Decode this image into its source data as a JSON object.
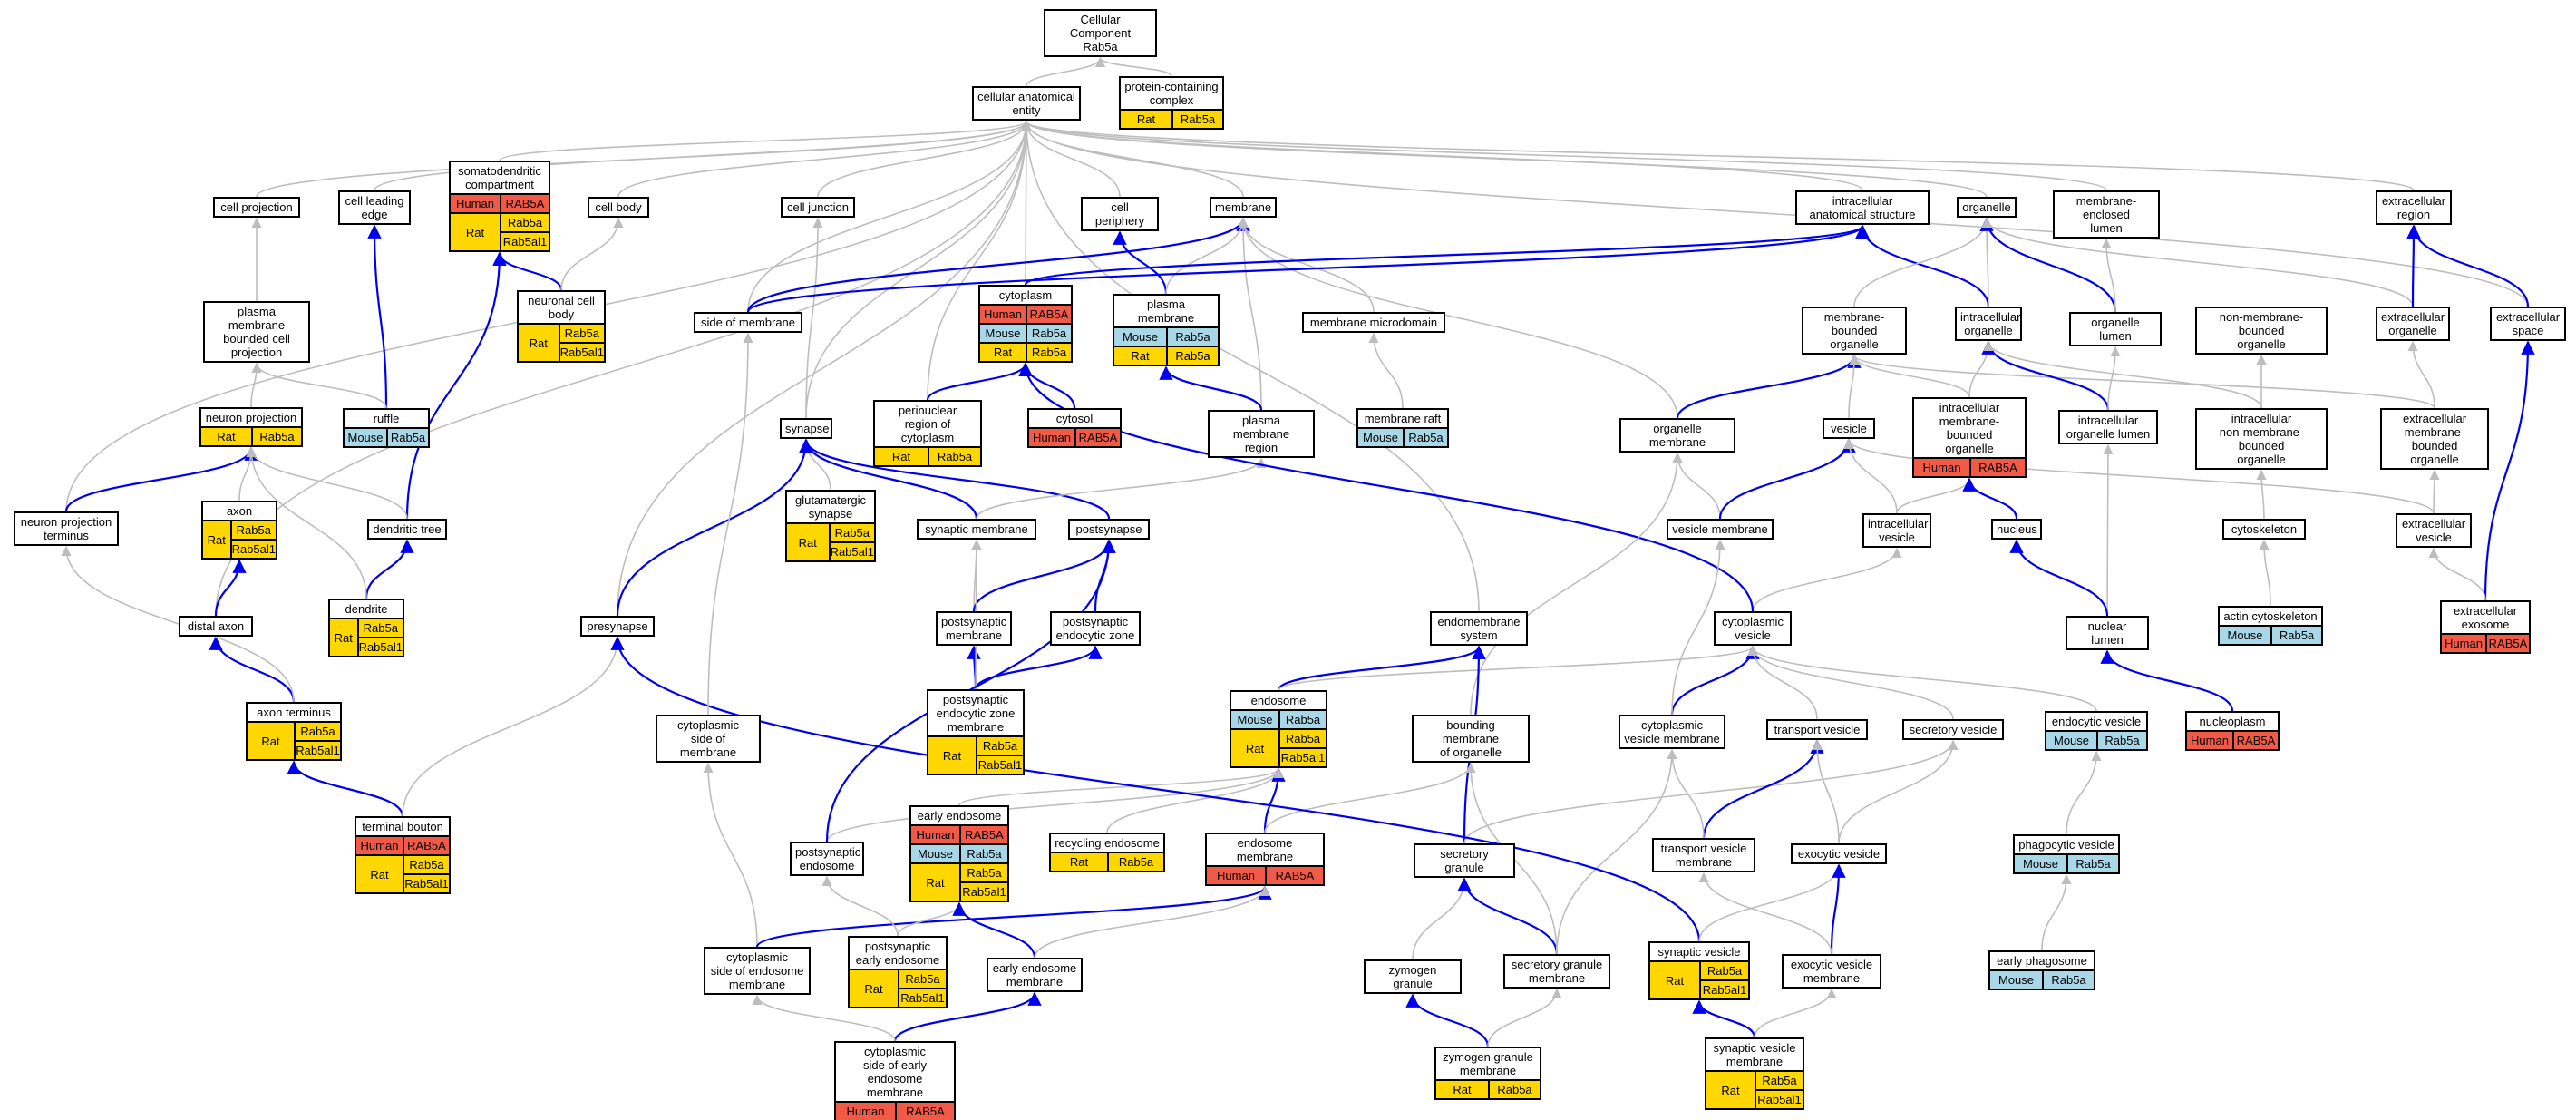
{
  "colors": {
    "Human": "#f05a46",
    "Mouse": "#a8d8e8",
    "Rat": "#ffd700",
    "gray": "#bdbdbd",
    "blue": "#0000ee"
  },
  "nodes": {
    "cc": {
      "label": "Cellular Component\nRab5a"
    },
    "cae": {
      "label": "cellular anatomical\nentity"
    },
    "pcc": {
      "label": "protein-containing\ncomplex",
      "anno": [
        {
          "sp": "Rat",
          "genes": [
            "Rab5a"
          ]
        }
      ]
    },
    "cproj": {
      "label": "cell projection"
    },
    "cle": {
      "label": "cell leading\nedge"
    },
    "sdc": {
      "label": "somatodendritic\ncompartment",
      "anno": [
        {
          "sp": "Human",
          "genes": [
            "RAB5A"
          ]
        },
        {
          "sp": "Rat",
          "genes": [
            "Rab5a",
            "Rab5al1"
          ]
        }
      ]
    },
    "cbody": {
      "label": "cell body"
    },
    "cjunc": {
      "label": "cell junction"
    },
    "cper": {
      "label": "cell periphery"
    },
    "memb": {
      "label": "membrane"
    },
    "ias": {
      "label": "intracellular\nanatomical structure"
    },
    "organelle": {
      "label": "organelle"
    },
    "mel": {
      "label": "membrane-enclosed\nlumen"
    },
    "exreg": {
      "label": "extracellular\nregion"
    },
    "pmbcp": {
      "label": "plasma membrane\nbounded cell\nprojection"
    },
    "ncb": {
      "label": "neuronal cell\nbody",
      "anno": [
        {
          "sp": "Rat",
          "genes": [
            "Rab5a",
            "Rab5al1"
          ]
        }
      ]
    },
    "som": {
      "label": "side of membrane"
    },
    "cyto": {
      "label": "cytoplasm",
      "anno": [
        {
          "sp": "Human",
          "genes": [
            "RAB5A"
          ]
        },
        {
          "sp": "Mouse",
          "genes": [
            "Rab5a"
          ]
        },
        {
          "sp": "Rat",
          "genes": [
            "Rab5a"
          ]
        }
      ]
    },
    "pm": {
      "label": "plasma membrane",
      "anno": [
        {
          "sp": "Mouse",
          "genes": [
            "Rab5a"
          ]
        },
        {
          "sp": "Rat",
          "genes": [
            "Rab5a"
          ]
        }
      ]
    },
    "mmd": {
      "label": "membrane microdomain"
    },
    "mbo": {
      "label": "membrane-bounded\norganelle"
    },
    "io": {
      "label": "intracellular\norganelle"
    },
    "olumen": {
      "label": "organelle lumen"
    },
    "nmbo": {
      "label": "non-membrane-bounded\norganelle"
    },
    "exorg": {
      "label": "extracellular\norganelle"
    },
    "exsp": {
      "label": "extracellular\nspace"
    },
    "nproj": {
      "label": "neuron projection",
      "anno": [
        {
          "sp": "Rat",
          "genes": [
            "Rab5a"
          ]
        }
      ]
    },
    "ruffle": {
      "label": "ruffle",
      "anno": [
        {
          "sp": "Mouse",
          "genes": [
            "Rab5a"
          ]
        }
      ]
    },
    "synapse": {
      "label": "synapse"
    },
    "prc": {
      "label": "perinuclear\nregion of cytoplasm",
      "anno": [
        {
          "sp": "Rat",
          "genes": [
            "Rab5a"
          ]
        }
      ]
    },
    "cytosol": {
      "label": "cytosol",
      "anno": [
        {
          "sp": "Human",
          "genes": [
            "RAB5A"
          ]
        }
      ]
    },
    "pmr": {
      "label": "plasma membrane\nregion"
    },
    "mraft": {
      "label": "membrane raft",
      "anno": [
        {
          "sp": "Mouse",
          "genes": [
            "Rab5a"
          ]
        }
      ]
    },
    "omemb": {
      "label": "organelle membrane"
    },
    "vesicle": {
      "label": "vesicle"
    },
    "imbo": {
      "label": "intracellular\nmembrane-bounded\norganelle",
      "anno": [
        {
          "sp": "Human",
          "genes": [
            "RAB5A"
          ]
        }
      ]
    },
    "iol": {
      "label": "intracellular\norganelle lumen"
    },
    "inmbo": {
      "label": "intracellular\nnon-membrane-bounded\norganelle"
    },
    "exmbo": {
      "label": "extracellular\nmembrane-bounded\norganelle"
    },
    "npt": {
      "label": "neuron projection\nterminus"
    },
    "axon": {
      "label": "axon",
      "anno": [
        {
          "sp": "Rat",
          "genes": [
            "Rab5a",
            "Rab5al1"
          ]
        }
      ]
    },
    "dtree": {
      "label": "dendritic tree"
    },
    "gsyn": {
      "label": "glutamatergic\nsynapse",
      "anno": [
        {
          "sp": "Rat",
          "genes": [
            "Rab5a",
            "Rab5al1"
          ]
        }
      ]
    },
    "synm": {
      "label": "synaptic membrane"
    },
    "postsyn": {
      "label": "postsynapse"
    },
    "vm": {
      "label": "vesicle membrane"
    },
    "iv": {
      "label": "intracellular\nvesicle"
    },
    "nucleus": {
      "label": "nucleus"
    },
    "cytosk": {
      "label": "cytoskeleton"
    },
    "exves": {
      "label": "extracellular\nvesicle"
    },
    "dendrite": {
      "label": "dendrite",
      "anno": [
        {
          "sp": "Rat",
          "genes": [
            "Rab5a",
            "Rab5al1"
          ]
        }
      ]
    },
    "daxon": {
      "label": "distal axon"
    },
    "presyn": {
      "label": "presynapse"
    },
    "psm": {
      "label": "postsynaptic\nmembrane"
    },
    "pez": {
      "label": "postsynaptic\nendocytic zone"
    },
    "ems": {
      "label": "endomembrane\nsystem"
    },
    "cves": {
      "label": "cytoplasmic\nvesicle"
    },
    "nlumen": {
      "label": "nuclear lumen"
    },
    "actin": {
      "label": "actin cytoskeleton",
      "anno": [
        {
          "sp": "Mouse",
          "genes": [
            "Rab5a"
          ]
        }
      ]
    },
    "exo": {
      "label": "extracellular\nexosome",
      "anno": [
        {
          "sp": "Human",
          "genes": [
            "RAB5A"
          ]
        }
      ]
    },
    "aterm": {
      "label": "axon terminus",
      "anno": [
        {
          "sp": "Rat",
          "genes": [
            "Rab5a",
            "Rab5al1"
          ]
        }
      ]
    },
    "csom": {
      "label": "cytoplasmic\nside of membrane"
    },
    "pezm": {
      "label": "postsynaptic\nendocytic zone\nmembrane",
      "anno": [
        {
          "sp": "Rat",
          "genes": [
            "Rab5a",
            "Rab5al1"
          ]
        }
      ]
    },
    "endo": {
      "label": "endosome",
      "anno": [
        {
          "sp": "Mouse",
          "genes": [
            "Rab5a"
          ]
        },
        {
          "sp": "Rat",
          "genes": [
            "Rab5a",
            "Rab5al1"
          ]
        }
      ]
    },
    "bmo": {
      "label": "bounding membrane\nof organelle"
    },
    "cvm": {
      "label": "cytoplasmic\nvesicle membrane"
    },
    "tv": {
      "label": "transport vesicle"
    },
    "sv": {
      "label": "secretory vesicle"
    },
    "endv": {
      "label": "endocytic vesicle",
      "anno": [
        {
          "sp": "Mouse",
          "genes": [
            "Rab5a"
          ]
        }
      ]
    },
    "nucpl": {
      "label": "nucleoplasm",
      "anno": [
        {
          "sp": "Human",
          "genes": [
            "RAB5A"
          ]
        }
      ]
    },
    "tbouton": {
      "label": "terminal bouton",
      "anno": [
        {
          "sp": "Human",
          "genes": [
            "RAB5A"
          ]
        },
        {
          "sp": "Rat",
          "genes": [
            "Rab5a",
            "Rab5al1"
          ]
        }
      ]
    },
    "ee": {
      "label": "early endosome",
      "anno": [
        {
          "sp": "Human",
          "genes": [
            "RAB5A"
          ]
        },
        {
          "sp": "Mouse",
          "genes": [
            "Rab5a"
          ]
        },
        {
          "sp": "Rat",
          "genes": [
            "Rab5a",
            "Rab5al1"
          ]
        }
      ]
    },
    "re": {
      "label": "recycling endosome",
      "anno": [
        {
          "sp": "Rat",
          "genes": [
            "Rab5a"
          ]
        }
      ]
    },
    "em": {
      "label": "endosome membrane",
      "anno": [
        {
          "sp": "Human",
          "genes": [
            "RAB5A"
          ]
        }
      ]
    },
    "psendo": {
      "label": "postsynaptic\nendosome"
    },
    "sg": {
      "label": "secretory granule"
    },
    "tvm": {
      "label": "transport vesicle\nmembrane"
    },
    "exocv": {
      "label": "exocytic vesicle"
    },
    "phv": {
      "label": "phagocytic vesicle",
      "anno": [
        {
          "sp": "Mouse",
          "genes": [
            "Rab5a"
          ]
        }
      ]
    },
    "csem": {
      "label": "cytoplasmic\nside of endosome\nmembrane"
    },
    "psee": {
      "label": "postsynaptic\nearly endosome",
      "anno": [
        {
          "sp": "Rat",
          "genes": [
            "Rab5a",
            "Rab5al1"
          ]
        }
      ]
    },
    "eem": {
      "label": "early endosome\nmembrane"
    },
    "zg": {
      "label": "zymogen granule"
    },
    "sgm": {
      "label": "secretory granule\nmembrane"
    },
    "synv": {
      "label": "synaptic vesicle",
      "anno": [
        {
          "sp": "Rat",
          "genes": [
            "Rab5a",
            "Rab5al1"
          ]
        }
      ]
    },
    "exvm": {
      "label": "exocytic vesicle\nmembrane"
    },
    "ephag": {
      "label": "early phagosome",
      "anno": [
        {
          "sp": "Mouse",
          "genes": [
            "Rab5a"
          ]
        }
      ]
    },
    "cseem": {
      "label": "cytoplasmic\nside of early\nendosome membrane",
      "anno": [
        {
          "sp": "Human",
          "genes": [
            "RAB5A"
          ]
        }
      ]
    },
    "zgm": {
      "label": "zymogen granule\nmembrane",
      "anno": [
        {
          "sp": "Rat",
          "genes": [
            "Rab5a"
          ]
        }
      ]
    },
    "svm": {
      "label": "synaptic vesicle\nmembrane",
      "anno": [
        {
          "sp": "Rat",
          "genes": [
            "Rab5a",
            "Rab5al1"
          ]
        }
      ]
    }
  },
  "edges": [
    [
      "cae",
      "cc",
      "gray"
    ],
    [
      "pcc",
      "cc",
      "gray"
    ],
    [
      "cproj",
      "cae",
      "gray"
    ],
    [
      "cle",
      "cae",
      "gray"
    ],
    [
      "sdc",
      "cae",
      "gray"
    ],
    [
      "cbody",
      "cae",
      "gray"
    ],
    [
      "cjunc",
      "cae",
      "gray"
    ],
    [
      "cper",
      "cae",
      "gray"
    ],
    [
      "memb",
      "cae",
      "gray"
    ],
    [
      "ias",
      "cae",
      "gray"
    ],
    [
      "organelle",
      "cae",
      "gray"
    ],
    [
      "mel",
      "cae",
      "gray"
    ],
    [
      "exreg",
      "cae",
      "gray"
    ],
    [
      "exsp",
      "cae",
      "gray"
    ],
    [
      "npt",
      "cae",
      "gray"
    ],
    [
      "daxon",
      "cae",
      "gray"
    ],
    [
      "cyto",
      "cae",
      "gray"
    ],
    [
      "synapse",
      "cae",
      "gray"
    ],
    [
      "prc",
      "cae",
      "gray"
    ],
    [
      "som",
      "cae",
      "gray"
    ],
    [
      "presyn",
      "cae",
      "gray"
    ],
    [
      "ems",
      "cae",
      "gray"
    ],
    [
      "pmbcp",
      "cproj",
      "gray"
    ],
    [
      "ruffle",
      "cle",
      "blue"
    ],
    [
      "ncb",
      "sdc",
      "blue"
    ],
    [
      "dtree",
      "sdc",
      "blue"
    ],
    [
      "ncb",
      "cbody",
      "gray"
    ],
    [
      "synapse",
      "cjunc",
      "gray"
    ],
    [
      "pm",
      "cper",
      "blue"
    ],
    [
      "som",
      "memb",
      "blue"
    ],
    [
      "pm",
      "memb",
      "gray"
    ],
    [
      "mmd",
      "memb",
      "gray"
    ],
    [
      "pmr",
      "memb",
      "gray"
    ],
    [
      "omemb",
      "memb",
      "gray"
    ],
    [
      "som",
      "ias",
      "blue"
    ],
    [
      "cyto",
      "ias",
      "blue"
    ],
    [
      "io",
      "ias",
      "blue"
    ],
    [
      "mbo",
      "organelle",
      "gray"
    ],
    [
      "io",
      "organelle",
      "gray"
    ],
    [
      "olumen",
      "organelle",
      "blue"
    ],
    [
      "exorg",
      "organelle",
      "gray"
    ],
    [
      "olumen",
      "mel",
      "gray"
    ],
    [
      "exorg",
      "exreg",
      "blue"
    ],
    [
      "exsp",
      "exreg",
      "blue"
    ],
    [
      "nproj",
      "pmbcp",
      "gray"
    ],
    [
      "ruffle",
      "pmbcp",
      "gray"
    ],
    [
      "prc",
      "cyto",
      "blue"
    ],
    [
      "cytosol",
      "cyto",
      "blue"
    ],
    [
      "pmr",
      "pm",
      "blue"
    ],
    [
      "mraft",
      "mmd",
      "gray"
    ],
    [
      "omemb",
      "mbo",
      "blue"
    ],
    [
      "vesicle",
      "mbo",
      "gray"
    ],
    [
      "imbo",
      "mbo",
      "gray"
    ],
    [
      "exmbo",
      "mbo",
      "gray"
    ],
    [
      "imbo",
      "io",
      "gray"
    ],
    [
      "iol",
      "io",
      "blue"
    ],
    [
      "inmbo",
      "io",
      "gray"
    ],
    [
      "iol",
      "olumen",
      "gray"
    ],
    [
      "inmbo",
      "nmbo",
      "gray"
    ],
    [
      "exmbo",
      "exorg",
      "gray"
    ],
    [
      "exo",
      "exsp",
      "blue"
    ],
    [
      "npt",
      "nproj",
      "blue"
    ],
    [
      "axon",
      "nproj",
      "gray"
    ],
    [
      "dtree",
      "nproj",
      "gray"
    ],
    [
      "gsyn",
      "synapse",
      "gray"
    ],
    [
      "synm",
      "synapse",
      "blue"
    ],
    [
      "postsyn",
      "synapse",
      "blue"
    ],
    [
      "presyn",
      "synapse",
      "blue"
    ],
    [
      "synm",
      "pmr",
      "gray"
    ],
    [
      "vm",
      "omemb",
      "gray"
    ],
    [
      "vm",
      "vesicle",
      "blue"
    ],
    [
      "iv",
      "vesicle",
      "gray"
    ],
    [
      "exves",
      "vesicle",
      "gray"
    ],
    [
      "iv",
      "imbo",
      "gray"
    ],
    [
      "nucleus",
      "imbo",
      "blue"
    ],
    [
      "nlumen",
      "iol",
      "gray"
    ],
    [
      "cytosk",
      "inmbo",
      "gray"
    ],
    [
      "exves",
      "exmbo",
      "gray"
    ],
    [
      "dendrite",
      "dtree",
      "blue"
    ],
    [
      "dendrite",
      "nproj",
      "gray"
    ],
    [
      "psm",
      "synm",
      "gray"
    ],
    [
      "pez",
      "postsyn",
      "blue"
    ],
    [
      "psm",
      "postsyn",
      "blue"
    ],
    [
      "cves",
      "iv",
      "gray"
    ],
    [
      "cves",
      "cyto",
      "blue"
    ],
    [
      "nlumen",
      "nucleus",
      "blue"
    ],
    [
      "actin",
      "cytosk",
      "gray"
    ],
    [
      "exo",
      "exves",
      "gray"
    ],
    [
      "daxon",
      "axon",
      "blue"
    ],
    [
      "aterm",
      "daxon",
      "blue"
    ],
    [
      "aterm",
      "npt",
      "gray"
    ],
    [
      "pezm",
      "psm",
      "blue"
    ],
    [
      "pezm",
      "pez",
      "blue"
    ],
    [
      "pezm",
      "synm",
      "gray"
    ],
    [
      "endo",
      "ems",
      "blue"
    ],
    [
      "endo",
      "cves",
      "gray"
    ],
    [
      "bmo",
      "omemb",
      "gray"
    ],
    [
      "cvm",
      "cves",
      "blue"
    ],
    [
      "cvm",
      "vm",
      "gray"
    ],
    [
      "tv",
      "cves",
      "gray"
    ],
    [
      "sv",
      "cves",
      "gray"
    ],
    [
      "endv",
      "cves",
      "gray"
    ],
    [
      "nucpl",
      "nlumen",
      "blue"
    ],
    [
      "tbouton",
      "aterm",
      "blue"
    ],
    [
      "tbouton",
      "presyn",
      "gray"
    ],
    [
      "ee",
      "endo",
      "gray"
    ],
    [
      "re",
      "endo",
      "gray"
    ],
    [
      "em",
      "endo",
      "blue"
    ],
    [
      "em",
      "bmo",
      "gray"
    ],
    [
      "psendo",
      "endo",
      "gray"
    ],
    [
      "psendo",
      "postsyn",
      "blue"
    ],
    [
      "sg",
      "ems",
      "blue"
    ],
    [
      "sg",
      "sv",
      "gray"
    ],
    [
      "tvm",
      "tv",
      "blue"
    ],
    [
      "tvm",
      "cvm",
      "gray"
    ],
    [
      "exocv",
      "tv",
      "gray"
    ],
    [
      "exocv",
      "sv",
      "gray"
    ],
    [
      "phv",
      "endv",
      "gray"
    ],
    [
      "csem",
      "csom",
      "gray"
    ],
    [
      "csem",
      "em",
      "blue"
    ],
    [
      "psee",
      "psendo",
      "gray"
    ],
    [
      "psee",
      "ee",
      "gray"
    ],
    [
      "eem",
      "ee",
      "blue"
    ],
    [
      "eem",
      "em",
      "gray"
    ],
    [
      "zg",
      "sg",
      "gray"
    ],
    [
      "sgm",
      "sg",
      "blue"
    ],
    [
      "sgm",
      "bmo",
      "gray"
    ],
    [
      "sgm",
      "cvm",
      "gray"
    ],
    [
      "synv",
      "presyn",
      "blue"
    ],
    [
      "synv",
      "exocv",
      "gray"
    ],
    [
      "exvm",
      "exocv",
      "blue"
    ],
    [
      "exvm",
      "tvm",
      "gray"
    ],
    [
      "ephag",
      "phv",
      "gray"
    ],
    [
      "cseem",
      "eem",
      "blue"
    ],
    [
      "cseem",
      "csem",
      "gray"
    ],
    [
      "zgm",
      "zg",
      "blue"
    ],
    [
      "zgm",
      "sgm",
      "gray"
    ],
    [
      "svm",
      "synv",
      "blue"
    ],
    [
      "svm",
      "exvm",
      "gray"
    ],
    [
      "csom",
      "som",
      "gray"
    ]
  ]
}
